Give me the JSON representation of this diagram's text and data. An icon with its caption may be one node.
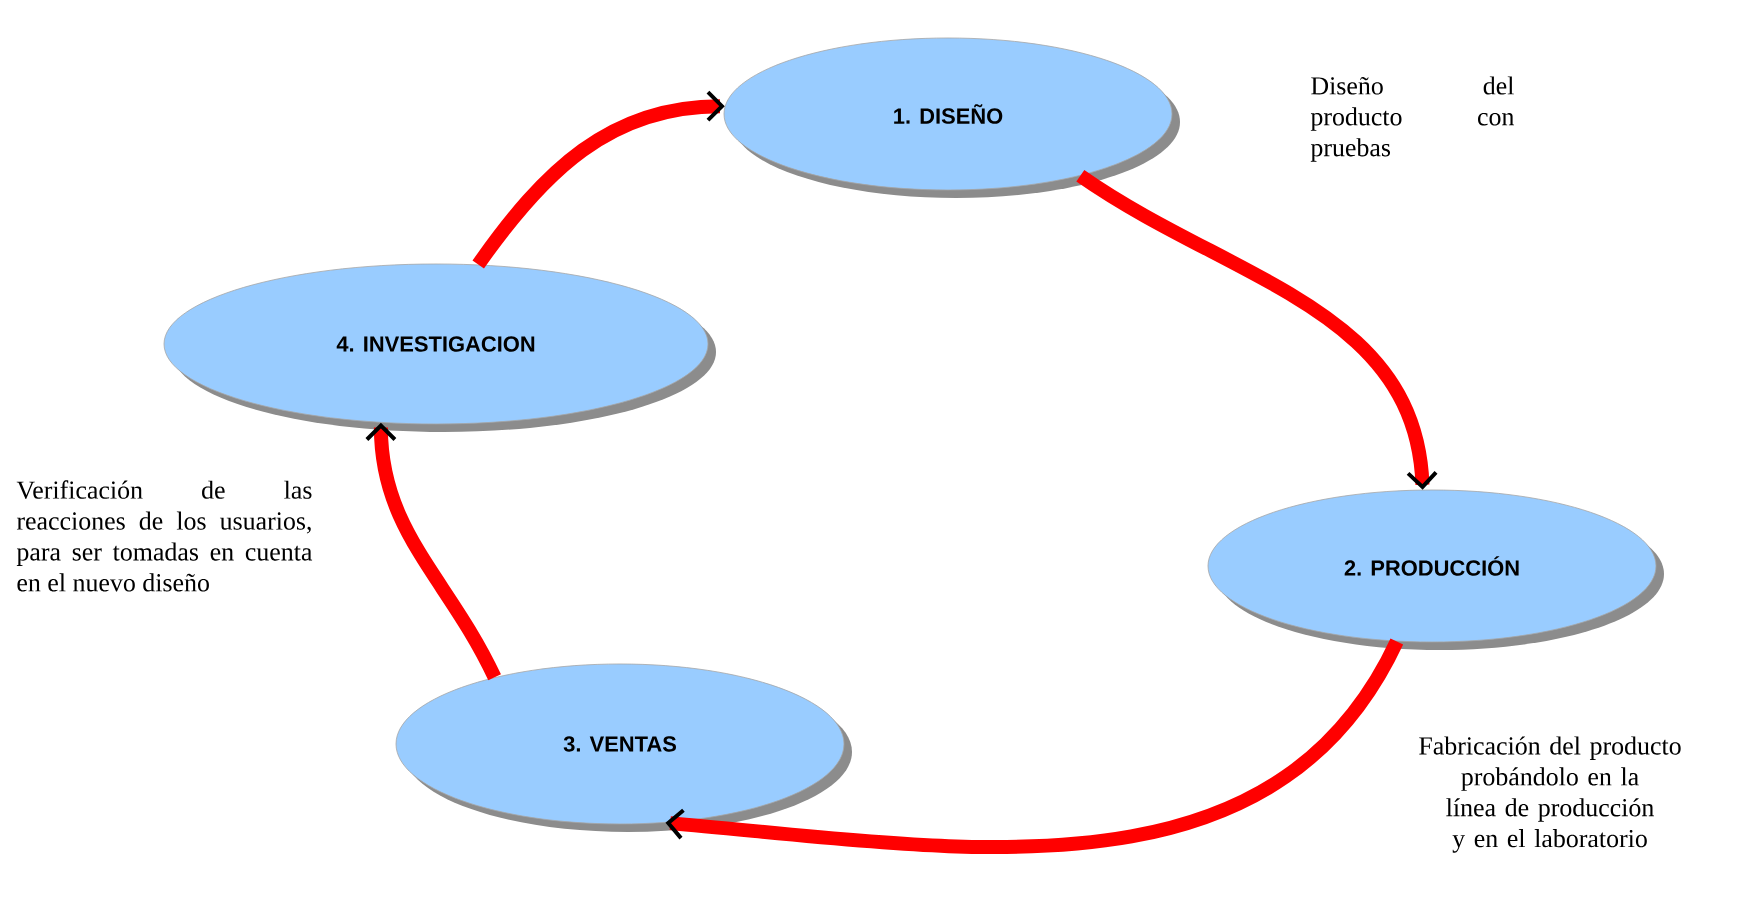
{
  "diagram": {
    "nodes": [
      {
        "text": [
          "1. DISEÑO"
        ]
      },
      {
        "text": [
          "2. PRODUCCIÓN"
        ]
      },
      {
        "text": [
          "3. VENTAS"
        ]
      },
      {
        "text": [
          "4. INVESTIGACION"
        ],
        "beside": [
          "Verificación de las reacciones de los usuarios, para ser tomadas en cuenta en el nuevo diseño"
        ]
      }
    ],
    "edges": [
      {
        "from": 0,
        "to": 1,
        "arrow": "to"
      },
      {
        "from": 1,
        "to": 2,
        "arrow": "to"
      },
      {
        "from": 2,
        "to": 3,
        "arrow": "to"
      },
      {
        "from": 3,
        "to": 0,
        "arrow": "to"
      }
    ],
    "labels": [
      "Diseño del producto con pruebas",
      "Fabricación del producto probándolo en la línea de producción y en el laboratorio"
    ]
  }
}
